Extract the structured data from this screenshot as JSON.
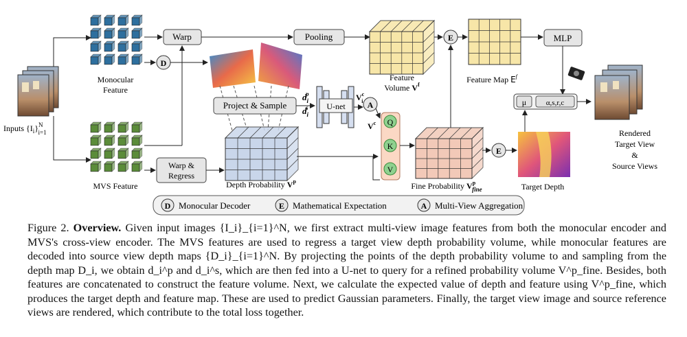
{
  "diagram": {
    "inputs_label": "Inputs {I",
    "inputs_sub": "i",
    "inputs_range": "}",
    "inputs_sup": "N",
    "inputs_lower": "i=1",
    "monocular_feature_line1": "Monocular",
    "monocular_feature_line2": "Feature",
    "mvs_feature": "MVS Feature",
    "warp": "Warp",
    "pooling": "Pooling",
    "mlp": "MLP",
    "project_sample": "Project & Sample",
    "unet": "U-net",
    "warp_regress_line1": "Warp &",
    "warp_regress_line2": "Regress",
    "feature_volume_line1": "Feature",
    "feature_volume_line2": "Volume",
    "feature_volume_symbol": "V",
    "feature_volume_sup": "f",
    "feature_map_label": "Feature Map",
    "feature_map_symbol": "E",
    "feature_map_sup": "f",
    "depth_probability_label": "Depth Probability",
    "depth_probability_symbol": "V",
    "depth_probability_sup": "p",
    "fine_probability_label": "Fine Probability",
    "fine_probability_symbol": "V",
    "fine_probability_sup": "p",
    "fine_probability_sub": "fine",
    "target_depth": "Target Depth",
    "rendered_line1": "Rendered",
    "rendered_line2": "Target View",
    "rendered_line3": "&",
    "rendered_line4": "Source Views",
    "d_p": "d",
    "d_p_sub": "i",
    "d_p_sup": "p",
    "d_s": "d",
    "d_s_sub": "i",
    "d_s_sup": "s",
    "vc_symbol": "V",
    "vc_sup": "c",
    "vci_symbol": "V",
    "vci_sup": "c",
    "vci_sub": "i",
    "q": "Q",
    "k": "K",
    "v": "V",
    "mu": "μ",
    "params": "α,s,r,c",
    "circle_d": "D",
    "circle_e": "E",
    "circle_a": "A"
  },
  "legend": {
    "d_letter": "D",
    "d_text": "Monocular Decoder",
    "e_letter": "E",
    "e_text": "Mathematical Expectation",
    "a_letter": "A",
    "a_text": "Multi-View Aggregation"
  },
  "caption": {
    "prefix": "Figure 2. ",
    "bold": "Overview.",
    "text": " Given input images {I_i}_{i=1}^N, we first extract multi-view image features from both the monocular encoder and MVS's cross-view encoder. The MVS features are used to regress a target view depth probability volume, while monocular features are decoded into source view depth maps {D_i}_{i=1}^N. By projecting the points of the depth probability volume to and sampling from the depth map D_i, we obtain d_i^p and d_i^s, which are then fed into a U-net to query for a refined probability volume V^p_fine. Besides, both features are concatenated to construct the feature volume. Next, we calculate the expected value of depth and feature using V^p_fine, which produces the target depth and feature map. These are used to predict Gaussian parameters. Finally, the target view image and source reference views are rendered, which contribute to the total loss together."
  },
  "colors": {
    "monocular_cube": "#2e6f9e",
    "mvs_cube": "#5b8c3a",
    "feature_volume": "#f7e6a8",
    "depth_volume": "#c9d6ea",
    "fine_volume": "#f2c9b8",
    "box_fill": "#e6e6e6",
    "qkv_fill": "#fbd8c4",
    "qkv_circle": "#8fd18f",
    "mlp_params_fill": "#e2e2e2"
  }
}
